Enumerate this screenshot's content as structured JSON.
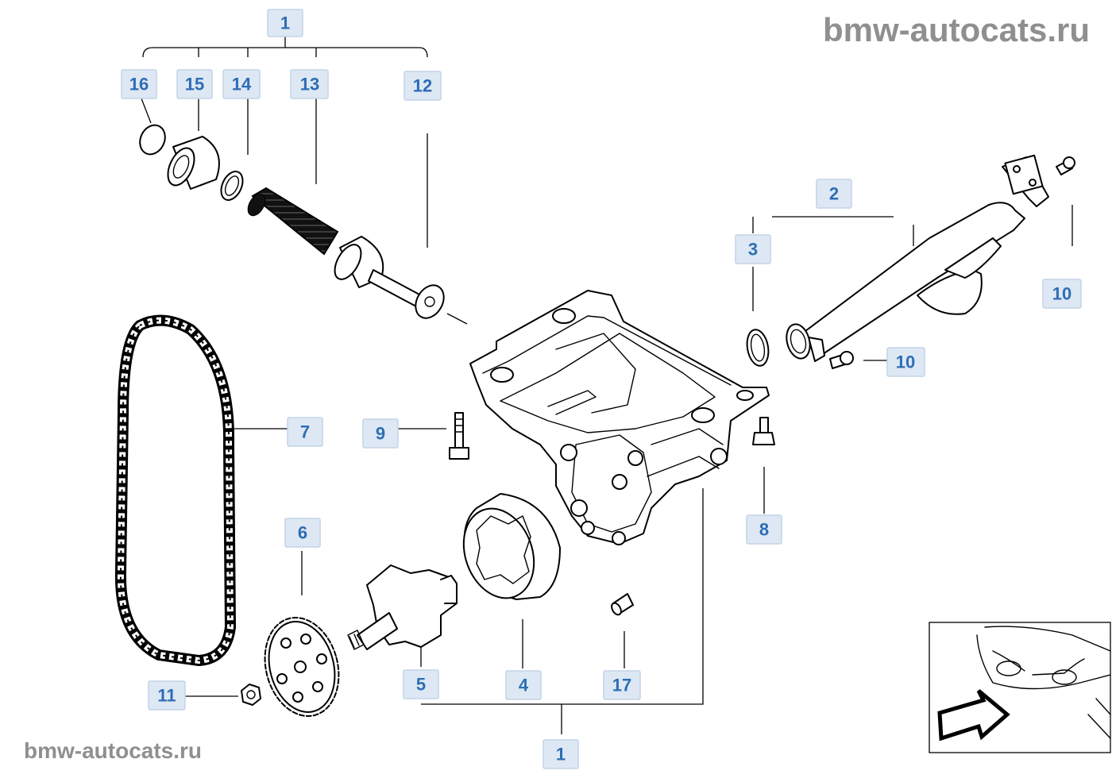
{
  "watermark_top": "bmw-autocats.ru",
  "watermark_bottom": "bmw-autocats.ru",
  "labels": {
    "l1_top": "1",
    "l16": "16",
    "l15": "15",
    "l14": "14",
    "l13": "13",
    "l12": "12",
    "l2": "2",
    "l3": "3",
    "l10_right": "10",
    "l10_mid": "10",
    "l7": "7",
    "l9": "9",
    "l8": "8",
    "l6": "6",
    "l5": "5",
    "l4": "4",
    "l17": "17",
    "l11": "11",
    "l1_bottom": "1"
  },
  "colors": {
    "label_fill": "#dde8f4",
    "label_text": "#2e6db4",
    "watermark": "#8f8f8f",
    "line": "#000000"
  },
  "icons": {
    "thumbnail": "car-front-location-thumbnail",
    "arrow": "direction-arrow-icon"
  }
}
